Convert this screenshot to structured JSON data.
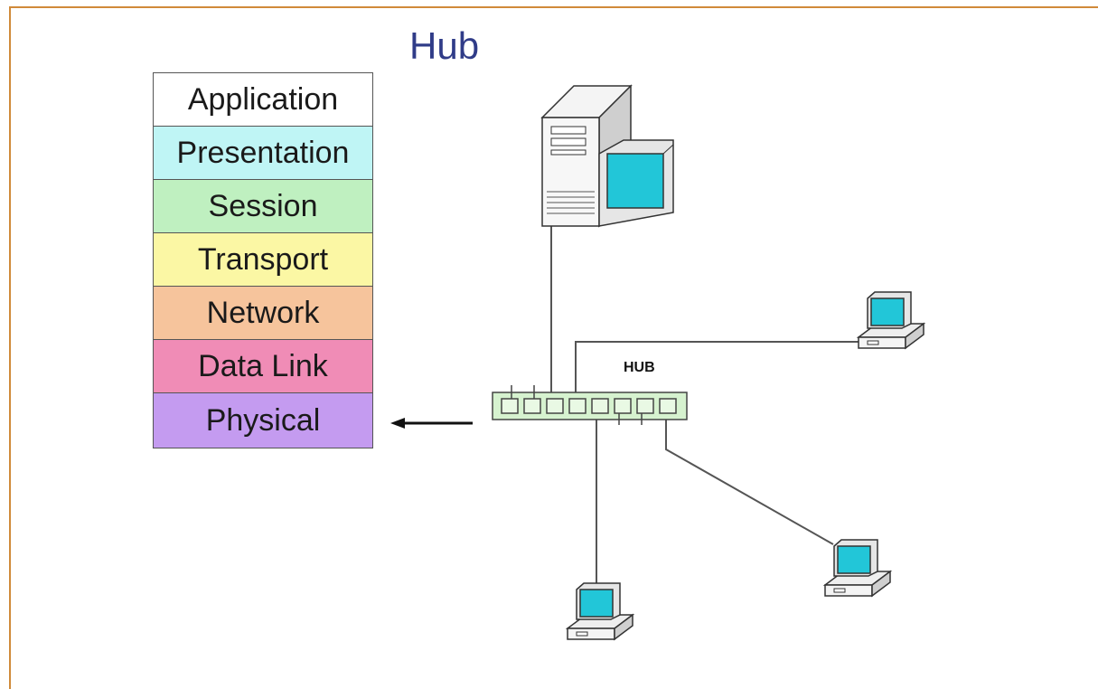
{
  "title": "Hub",
  "hub_label": "HUB",
  "osi_layers": [
    {
      "label": "Application",
      "color": "#ffffff"
    },
    {
      "label": "Presentation",
      "color": "#bff5f5"
    },
    {
      "label": "Session",
      "color": "#bff0c0"
    },
    {
      "label": "Transport",
      "color": "#fbf7a4"
    },
    {
      "label": "Network",
      "color": "#f6c49c"
    },
    {
      "label": "Data Link",
      "color": "#f08cb6"
    },
    {
      "label": "Physical",
      "color": "#c49bf0"
    }
  ],
  "colors": {
    "frame": "#d08a3a",
    "title": "#303c88",
    "screen": "#22c6d8",
    "hub_fill": "#d6f2cf"
  }
}
